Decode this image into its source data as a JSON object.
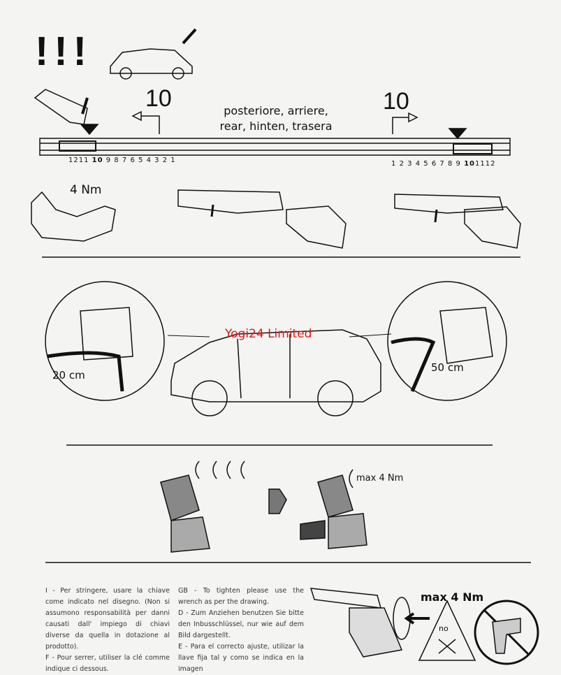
{
  "warning_mark": "!!!",
  "rail": {
    "left_value": "10",
    "right_value": "10",
    "position_label_line1": "posteriore, arriere,",
    "position_label_line2": "rear, hinten, trasera",
    "left_scale": [
      "12",
      "11",
      "10",
      "9",
      "8",
      "7",
      "6",
      "5",
      "4",
      "3",
      "2",
      "1"
    ],
    "right_scale": [
      "1",
      "2",
      "3",
      "4",
      "5",
      "6",
      "7",
      "8",
      "9",
      "10",
      "11",
      "12"
    ]
  },
  "torque_step": "4 Nm",
  "placement": {
    "front_distance": "20 cm",
    "rear_distance": "50 cm",
    "watermark": "Yogi24 Limited"
  },
  "adjust_step": {
    "torque": "max 4 Nm"
  },
  "final_step": {
    "torque": "max 4 Nm",
    "no_label": "no"
  },
  "instructions": {
    "italian": "I - Per stringere, usare la chiave come indicato nel disegno. (Non si assumono responsabilità per danni causati dall' impiego di chiavi diverse da quella in dotazione al prodotto).",
    "french": "F - Pour serrer, utiliser la clé comme indique ci dessous.",
    "english": "GB - To tighten please use the wrench as per the drawing.",
    "german": "D - Zum Anziehen benutzen Sie bitte den Inbusschlüssel, nur wie auf dem Bild dargestellt.",
    "spanish": "E - Para el correcto ajuste, utilizar la llave fija tal y como se indica en la imagen"
  }
}
